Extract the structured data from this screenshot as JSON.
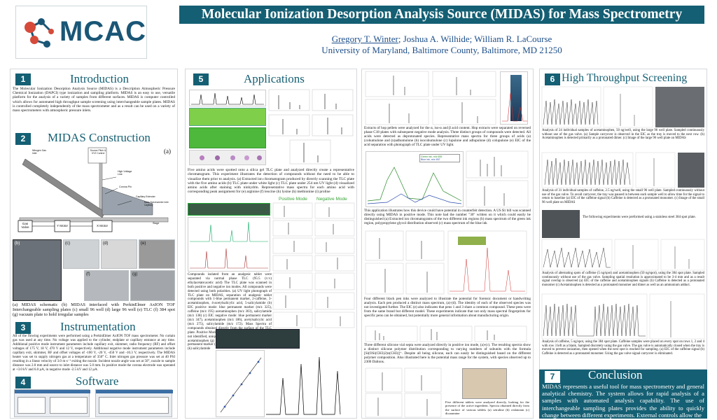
{
  "logo": {
    "text": "MCAC"
  },
  "header": {
    "title": "Molecular Ionization Desorption Analysis Source (MIDAS) for Mass Spectrometry",
    "author_primary": "Gregory T. Winter",
    "authors_rest": "; Joshua A. Wilhide; William R. LaCourse",
    "affiliation": "University of Maryland, Baltimore County, Baltimore, MD 21250"
  },
  "sections": {
    "intro": {
      "num": "1",
      "title": "Introduction",
      "text": "The Molecular Ionization Desorption Analysis Source (MIDAS) is a Description Atmospheric Pressure Chemical Ionization (DAPCI) type ionization and sampling platform. MIDAS is an easy to use, versatile platform for the analysis of a variety of samples from different surfaces. MIDAS is computer controlled which allows for automated high throughput sample screening using interchangeable sample plates. MIDAS is controlled completely independently of the mass spectrometer and as a result can be used on a variety of mass spectrometers with atmospheric pressure inlets."
    },
    "construction": {
      "num": "2",
      "title": "MIDAS Construction",
      "labels": {
        "a": "(a)",
        "source": "Source Pitch & XYZ Control",
        "nitrogen": "Nitrogen Gas Inlet",
        "hv": "High Voltage Line",
        "corona": "Corona Pin",
        "capillary": "Capillary Extender",
        "ms": "Mass Spectrometer Inlet Capillary",
        "gas": "Gas Valve",
        "ymotor": "Y Motor",
        "xmotor": "X Motor",
        "stage": "Stage"
      },
      "panel_labels": [
        "(b)",
        "(c)",
        "(d)",
        "(e)",
        "(f)",
        "(g)"
      ],
      "caption": "(a) MIDAS schematic (b) MIDAS interfaced with PerkinElmer AxION TOF Interchangeable sampling plates (c) small 96 well (d) large 96 well (e) TLC (f) 384 spot (g) vacuum plate to hold irregular samples"
    },
    "instrumentation": {
      "num": "3",
      "title": "Instrumentation",
      "text": "All of the flowing experiments were performed using a PerkinElmer AxION TOF mass spectrometer. No curtain gas was used at any time. No voltage was applied to the cylinder, endplate or capillary entrance at any time. Additional positive mode instrument parameters include capillary exit, skimmer, radio frequency (RF) and offset voltages of 175 V, 18 V, 470 V and 12 V, respectively. Additional negative mode instrument parameters include capillary exit, skimmer, RF and offset voltages of -100 V, -20 V, -450 V and -10.3 V, respectively. The MIDAS heater was set to supply nitrogen gas at a temperature of 350° C. Inlet nitrogen gas pressure was set at 40 PSI resulting in a linear velocity of 3.0 m·s⁻¹ exiting the nozzle. Incident nozzle angle was set at 50°, nozzle to sample distance was 2.0 mm and source to inlet distance was 5.0 mm. In positive mode the corona electrode was operated at +3.0 kV and 6.0 µA, in negative mode -2.5 kV and 12 µA."
    },
    "software": {
      "num": "4",
      "title": "Software"
    },
    "applications": {
      "num": "5",
      "title": "Applications",
      "caption1": "Five amino acids were spotted onto a silica gel TLC plate and analyzed directly create a representative chromatogram. This experiment illustrates the detection of compounds without the need to be able to visualize them prior to analysis. (a) Extracted ion chromatogram produced by directly scanning the TLC plate with the five amino acids (b) TLC plate under white light (c) TLC plate under 254 nm UV light (d) visualized amino acids after staining with ninhydrin. Representative mass spectra for each amino acid with corresponding peak assignment for (e) arginine (f) leucine (h) lysine (h) methionine (i) proline",
      "positive": "Positive Mode",
      "negative": "Negative Mode",
      "caption2": "Compounds isolated from an analgesic tablet were separated via normal phase TLC (95:5 (v:v) ethylacetate:acetic acid) The TLC plate was scanned in both positive and negative ion modes. All compounds were detected using both polarities. (a) UV light photograph of TLC plate on MIDAS, separation of analgesic tablet compounds with 1-blue permanent marker, 2-caffeine, 3-acetaminophen, 4-acetylsalicylic acid, 5-salicylamide (b) EIC positive mode: blue permanent marker (m/z 325), caffeine (m/z 195) acetaminophen (m/z 303), salicylamide (m/z 138) (c) EIC negative mode: blue permanent marker (m/z 347), acetaminophen (m/z 186), acetylsalicylic acid (m/z 275), salicylamide (m/z 172). Mass Spectra of compounds obtained directly from the surface of the TLC plate. Positive Mode: (d) blue permanent marker (*Species not identified, unique to permanent marker) (e) caffeine (f) acetaminophen (g) salicylamide. Negative Mode: (h) blue permanent marker (i) acetaminophen (j) acetylsalicylic acid (k) salicylamide"
    },
    "col3": {
      "caption1": "Extracts of hop pellets were analyzed for the α, iso-α and β acid content. Hop extracts were separated on reversed phase C18 plates with subsequent negative mode analysis. Three distinct groups of compounds were detected. All acids were detected as deprotonated species. Representative mass spectra for three groups of acids (a) (cohumulone and (n)adhumulone (b) isocohumulone (c) lupulone and adlupulone (d) colupulone (e) EIC of the acid separation with photograph of TLC plate under UV light.",
      "caption2": "This application illustrates how this device could have potential in counterfeit detection. A US $1 bill was scanned directly using MIDAS in positive mode. This note had the number \"30\" written on it which could easily be distinguished (a) Extracted ion chromatograms of the two different ink regions (b) mass spectrum of the green ink region, polypropylene glycol distribution observed (c) mass spectrum of the blue ink",
      "caption3": "Four different black pen inks were analyzed to illustrate the potential for forensic document or handwriting analysis. Each pen produced a distinct mass spectrum, (a)-(d). The identity of each of the observed species was not investigated further. The EIC (e) also indicates that pens 1 and 3 share a common compound. These pens were from the same brand but different model. These experiments indicate that not only mass spectral fingerprints for specific pens can be obtained, but potentially more general information about manufacturing origin.",
      "caption4": "Three different silicone vial septa were analyzed directly in positive ion mode, (a)-(c). The resulting spectra show a distinct silicone polymer distribution corresponding to varying numbers of subunits with the formula [Si(OSi(CH3)2)n(CH3)]⁺. Despite all being silicone, each can easily be distinguished based on the different polymer composition. Also illustrated here is the potential mass range for the system, with species observed up to 2300 Daltons.",
      "caption5": "Five different tablets were analyzed directly, looking for the presence of the active ingredient. Spectra obtained directly from the surface of various tablets (a) setraline (b) realatonin (c) dicaramine",
      "legend": [
        "Green ink, m/z 655",
        "Blue ink, m/z 657"
      ]
    },
    "screening": {
      "num": "6",
      "title": "High Throughput Screening",
      "caption1": "Analysis of 24 individual samples of acetaminophen, 50 ng/well, using the large 96 well plate. Sampled continuously without use of the gas valve. (a) Sample carryover is observed in the EIC as the tray is moved to the next row. (b) Acetaminophen is detected primarily as a protonated dimer. (c) Image of the large 96 well plate on MIDAS",
      "caption2": "Analysis of 31 individual samples of caffeine, 2.5 ng/well, using the small 96 well plate. Sampled continuously without use of the gas valve. To avoid carryover, the tray was paused in between each sample well to allow time for the signal to return to baseline (a) EIC of the caffeine signal (b) Caffeine is detected as a protonated monomer. (c) Image of the small 96 well plate on MIDAS",
      "note": "The following experiments were preformed using a stainless steel 384 spot plate.",
      "caption3": "Analysis of alternating spots of caffeine (5 ng/spot) and acetaminophen (50 ng/spot), using the 384 spot plate. Sampled continuously without use of the gas valve. Sampling spatial resolution is approximated to be 3-4 mm and as a result signal overlap is observed (a) EIC of the caffeine and acetaminophen signals (b) Caffeine is detected as a protonated monomer (c) Acetaminophen is detected as a protonated monomer and dimer as well as an ammonium adduct.",
      "caption4": "Analysis of caffeine, 5 ng/spot, using the 384 spot plate. Caffeine samples were placed on every spot on rows 1, 2 and 4 with row 3 left as a blank. Sampled discretely using the gas valve. The gas valve is automatically closed when the tray is moved to prevent ionization, then opened when the next spot is reached for sampling. (a) EIC of the caffeine signal (b) Caffeine is detected as a protonated monomer. Using the gas valve signal carryover is eliminated."
    },
    "conclusion": {
      "num": "7",
      "title": "Conclusion",
      "text": "MIDAS represents a useful tool for mass spectrometry and general analytical chemistry. The system allows for rapid analysis of a samples with automated analysis capability. The use of interchangeable sampling plates provides the ability to quickly change between different experiments. External controls allow the"
    }
  },
  "colors": {
    "teal": "#145f73",
    "logo_blue": "#1a5676",
    "logo_red": "#d64a3a",
    "author_blue": "#1d4f8a",
    "tlc_green": "#6fbf3d"
  },
  "icons": {
    "logo": "molecule-icon"
  }
}
